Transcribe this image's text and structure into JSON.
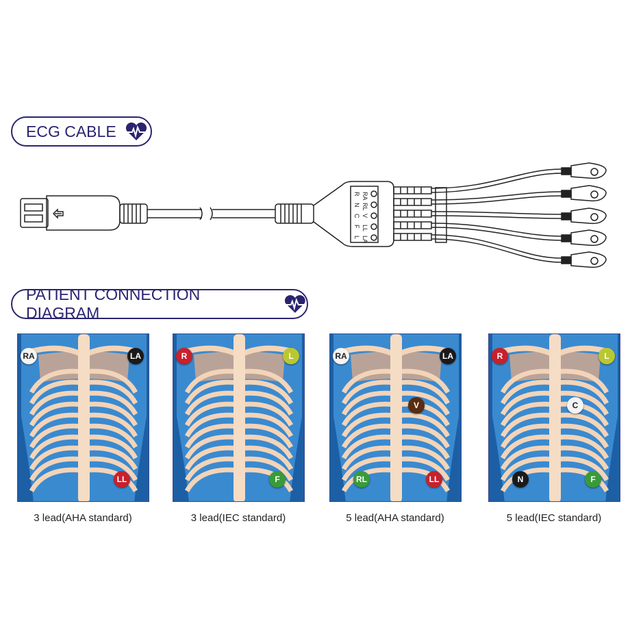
{
  "sections": {
    "cable_title": "ECG CABLE",
    "diagram_title": "PATIENT CONNECTION DIAGRAM"
  },
  "connector": {
    "aha_labels": [
      "RA",
      "RL",
      "V",
      "LL",
      "LA"
    ],
    "iec_labels": [
      "R",
      "N",
      "C",
      "F",
      "L"
    ]
  },
  "colors": {
    "brand": "#2a2470",
    "white": "#f4f4f4",
    "black": "#1a1a1a",
    "red": "#c8202c",
    "yellow": "#b9c830",
    "green": "#3a9a3a",
    "brown": "#5a2c10"
  },
  "panels": [
    {
      "caption": "3 lead(AHA standard)",
      "electrodes": [
        {
          "label": "RA",
          "color": "white"
        },
        {
          "label": "LA",
          "color": "black"
        },
        {
          "label": "LL",
          "color": "red"
        }
      ]
    },
    {
      "caption": "3 lead(IEC standard)",
      "electrodes": [
        {
          "label": "R",
          "color": "red"
        },
        {
          "label": "L",
          "color": "yellow"
        },
        {
          "label": "F",
          "color": "green"
        }
      ]
    },
    {
      "caption": "5 lead(AHA standard)",
      "electrodes": [
        {
          "label": "RA",
          "color": "white"
        },
        {
          "label": "LA",
          "color": "black"
        },
        {
          "label": "V",
          "color": "brown"
        },
        {
          "label": "RL",
          "color": "green"
        },
        {
          "label": "LL",
          "color": "red"
        }
      ]
    },
    {
      "caption": "5 lead(IEC standard)",
      "electrodes": [
        {
          "label": "R",
          "color": "red"
        },
        {
          "label": "L",
          "color": "yellow"
        },
        {
          "label": "C",
          "color": "white"
        },
        {
          "label": "N",
          "color": "black"
        },
        {
          "label": "F",
          "color": "green"
        }
      ]
    }
  ]
}
